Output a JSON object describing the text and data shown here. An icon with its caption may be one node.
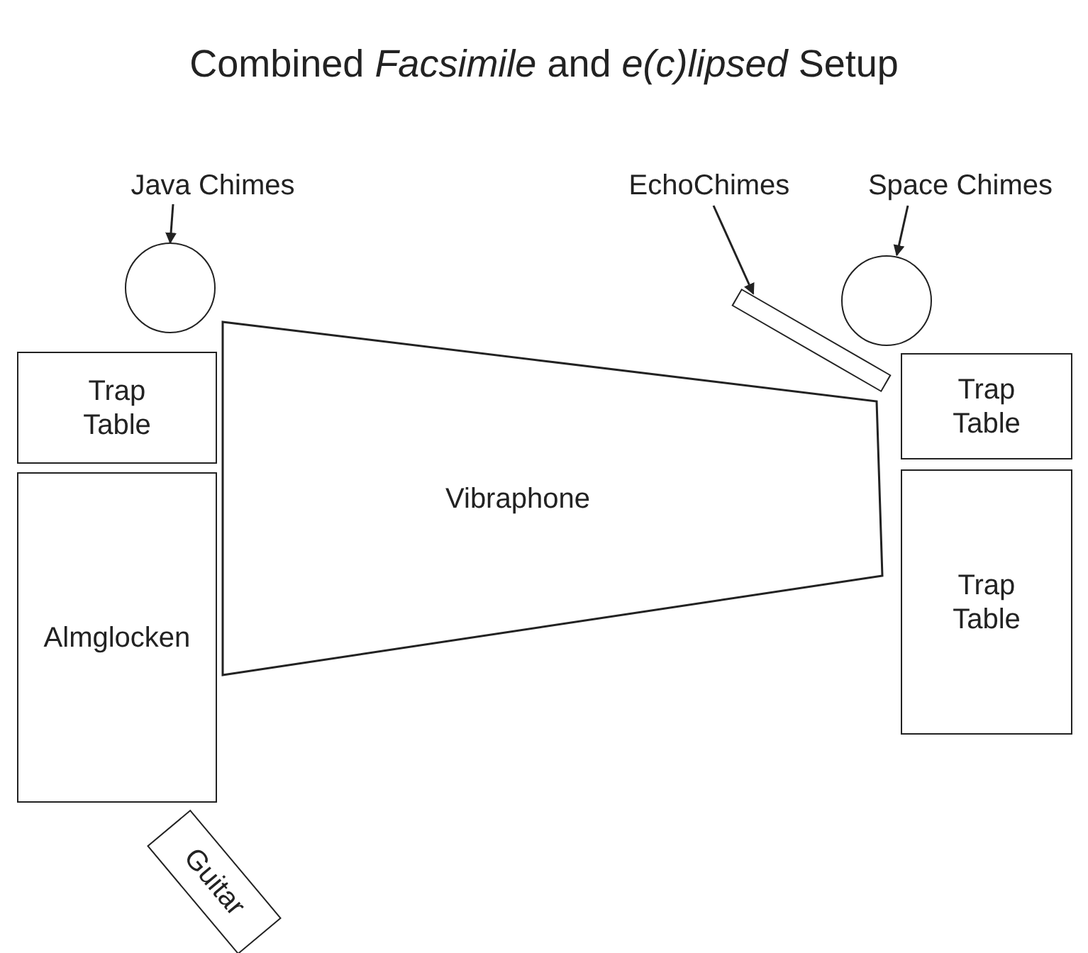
{
  "diagram": {
    "title": "Combined *Facsimile* and *e(c)lipsed* Setup",
    "nodes": [
      {
        "text": [
          "Java Chimes"
        ]
      },
      {
        "text": [
          "EchoChimes"
        ]
      },
      {
        "text": [
          "Space Chimes"
        ]
      },
      {
        "text": [],
        "shape": "circle"
      },
      {
        "text": [],
        "shape": "bar"
      },
      {
        "text": [],
        "shape": "circle"
      },
      {
        "text": [
          "Trap Table"
        ]
      },
      {
        "text": [
          "Trap Table"
        ]
      },
      {
        "text": [
          "Vibraphone"
        ]
      },
      {
        "text": [
          "Almglocken"
        ]
      },
      {
        "text": [
          "Trap Table"
        ]
      },
      {
        "text": [
          "Guitar"
        ]
      }
    ],
    "edges": [
      {
        "from": 0,
        "to": 3,
        "arrow": "to"
      },
      {
        "from": 1,
        "to": 4,
        "arrow": "to"
      },
      {
        "from": 2,
        "to": 5,
        "arrow": "to"
      }
    ]
  }
}
